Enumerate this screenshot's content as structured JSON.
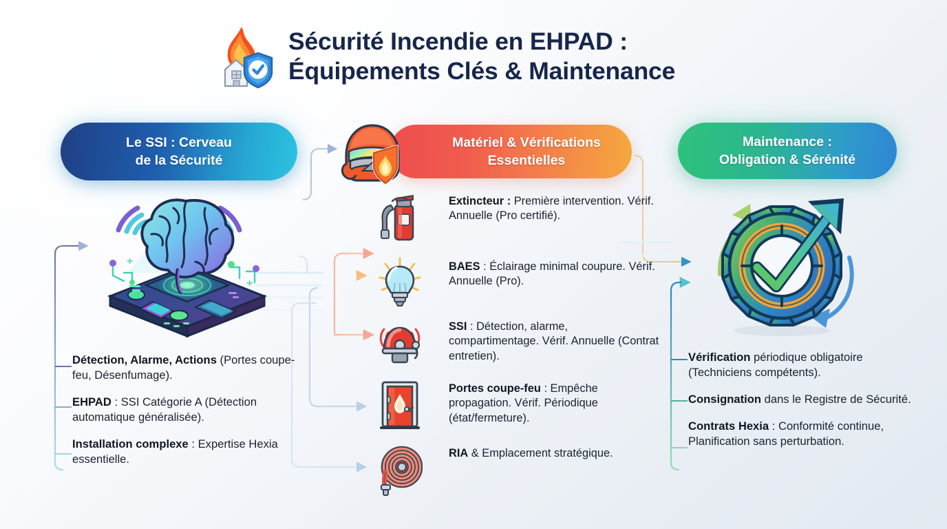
{
  "title": {
    "line1": "Sécurité Incendie en EHPAD :",
    "line2": "Équipements Clés & Maintenance",
    "icon": "fire-house-shield-icon",
    "color": "#17264a"
  },
  "columns": {
    "left": {
      "pill": {
        "line1": "Le SSI : Cerveau",
        "line2": "de la Sécurité",
        "gradient_from": "#1f3f85",
        "gradient_to": "#2bc4e0"
      },
      "illustration": "brain-control-panel-icon",
      "bullets": [
        {
          "lead": "Détection, Alarme, Actions",
          "rest": " (Portes coupe-feu, Désenfumage)."
        },
        {
          "lead": "EHPAD",
          "rest": " : SSI Catégorie A (Détection automatique généralisée)."
        },
        {
          "lead": "Installation complexe",
          "rest": " : Expertise Hexia essentielle."
        }
      ]
    },
    "middle": {
      "pill": {
        "line1": "Matériel & Vérifications",
        "line2": "Essentielles",
        "gradient_from": "#ef4d4d",
        "gradient_to": "#f6a83f"
      },
      "badge_icon": "firefighter-helmet-shield-icon",
      "items": [
        {
          "icon": "fire-extinguisher-icon",
          "lead": "Extincteur :",
          "rest": " Première intervention. Vérif. Annuelle (Pro certifié)."
        },
        {
          "icon": "emergency-light-bulb-icon",
          "lead": "BAES",
          "rest": " : Éclairage minimal coupure. Vérif. Annuelle (Pro)."
        },
        {
          "icon": "alarm-bell-icon",
          "lead": "SSI",
          "rest": " : Détection, alarme, compartimentage. Vérif. Annuelle (Contrat entretien)."
        },
        {
          "icon": "fire-door-icon",
          "lead": "Portes coupe-feu",
          "rest": " : Empêche propagation. Vérif. Périodique (état/fermeture)."
        },
        {
          "icon": "fire-hose-reel-icon",
          "lead": "RIA",
          "rest": " & Emplacement stratégique."
        }
      ]
    },
    "right": {
      "pill": {
        "line1": "Maintenance :",
        "line2": "Obligation & Sérénité",
        "gradient_from": "#2ec27a",
        "gradient_to": "#2f86d6"
      },
      "illustration": "gear-checkmark-arrows-icon",
      "bullets": [
        {
          "lead": "Vérification",
          "rest": " périodique obligatoire (Techniciens compétents)."
        },
        {
          "lead": "Consignation",
          "rest": " dans le Registre de Sécurité."
        },
        {
          "lead": "Contrats Hexia",
          "rest": " : Conformité continue, Planification sans perturbation."
        }
      ]
    }
  }
}
